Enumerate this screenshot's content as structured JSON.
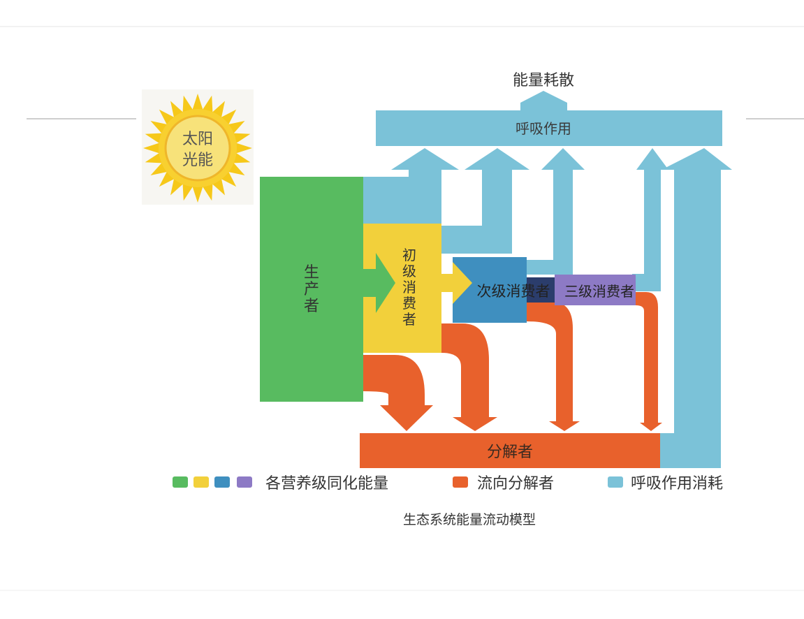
{
  "diagram": {
    "caption": "生态系统能量流动模型",
    "sun": {
      "line1": "太阳",
      "line2": "光能"
    },
    "top_label": "能量耗散",
    "respiration_bar": "呼吸作用",
    "decomposer": "分解者",
    "producer": {
      "line1": "生",
      "line2": "产",
      "line3": "者"
    },
    "primary_consumer": {
      "line1": "初",
      "line2": "级",
      "line3": "消",
      "line4": "费",
      "line5": "者"
    },
    "secondary_consumer": "次级消费者",
    "tertiary_consumer": "三级消费者"
  },
  "legend": {
    "assimilation": "各营养级同化能量",
    "to_decomposer": "流向分解者",
    "respiration": "呼吸作用消耗"
  },
  "colors": {
    "producer": "#58bb60",
    "primary": "#f2d03b",
    "secondary": "#3f8fbf",
    "tertiary": "#8d7ac5",
    "decomposer": "#e8612c",
    "respiration": "#7bc2d8"
  }
}
